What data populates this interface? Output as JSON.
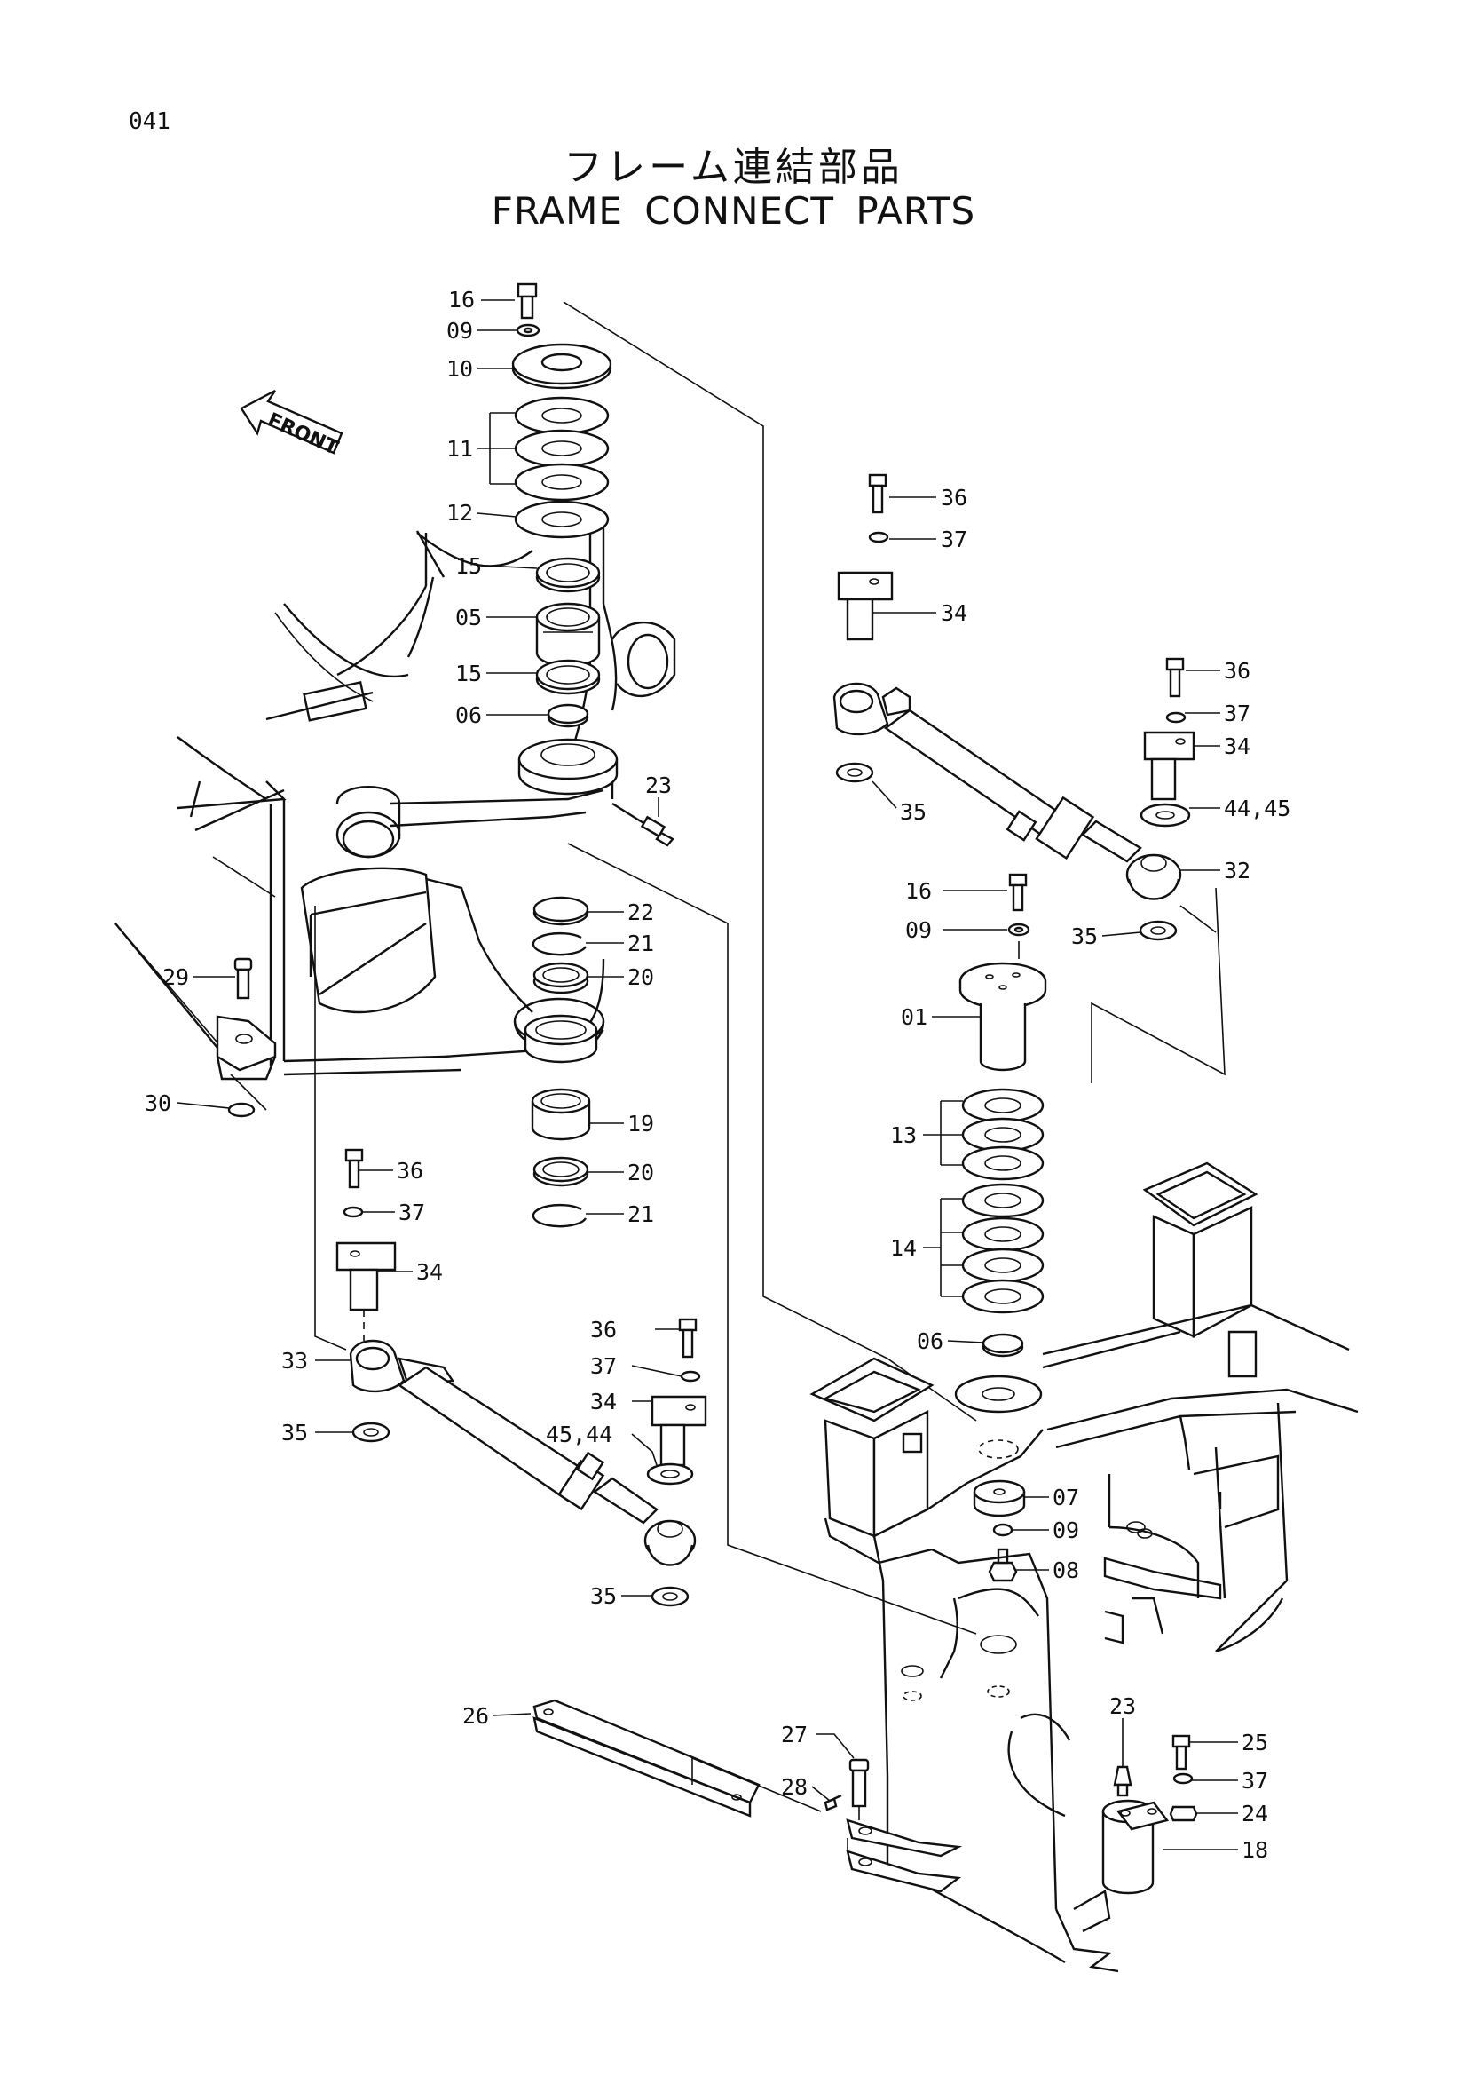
{
  "page": {
    "number": "041",
    "title_jp": "フレーム連結部品",
    "title_en": "FRAME CONNECT PARTS",
    "front_label": "FRONT"
  },
  "callouts": [
    {
      "id": "c16a",
      "text": "16"
    },
    {
      "id": "c09a",
      "text": "09"
    },
    {
      "id": "c10",
      "text": "10"
    },
    {
      "id": "c11",
      "text": "11"
    },
    {
      "id": "c12",
      "text": "12"
    },
    {
      "id": "c15a",
      "text": "15"
    },
    {
      "id": "c05",
      "text": "05"
    },
    {
      "id": "c15b",
      "text": "15"
    },
    {
      "id": "c06a",
      "text": "06"
    },
    {
      "id": "c23a",
      "text": "23"
    },
    {
      "id": "c22",
      "text": "22"
    },
    {
      "id": "c21a",
      "text": "21"
    },
    {
      "id": "c20a",
      "text": "20"
    },
    {
      "id": "c29",
      "text": "29"
    },
    {
      "id": "c30",
      "text": "30"
    },
    {
      "id": "c19",
      "text": "19"
    },
    {
      "id": "c20b",
      "text": "20"
    },
    {
      "id": "c21b",
      "text": "21"
    },
    {
      "id": "c36a",
      "text": "36"
    },
    {
      "id": "c37a",
      "text": "37"
    },
    {
      "id": "c34a",
      "text": "34"
    },
    {
      "id": "c36b",
      "text": "36"
    },
    {
      "id": "c37b",
      "text": "37"
    },
    {
      "id": "c34b",
      "text": "34"
    },
    {
      "id": "c4445a",
      "text": "44,45"
    },
    {
      "id": "c35a",
      "text": "35"
    },
    {
      "id": "c32",
      "text": "32"
    },
    {
      "id": "c35b",
      "text": "35"
    },
    {
      "id": "c16b",
      "text": "16"
    },
    {
      "id": "c09b",
      "text": "09"
    },
    {
      "id": "c01",
      "text": "01"
    },
    {
      "id": "c13",
      "text": "13"
    },
    {
      "id": "c14",
      "text": "14"
    },
    {
      "id": "c06b",
      "text": "06"
    },
    {
      "id": "c07",
      "text": "07"
    },
    {
      "id": "c09c",
      "text": "09"
    },
    {
      "id": "c08",
      "text": "08"
    },
    {
      "id": "c36c",
      "text": "36"
    },
    {
      "id": "c37c",
      "text": "37"
    },
    {
      "id": "c34c",
      "text": "34"
    },
    {
      "id": "c33",
      "text": "33"
    },
    {
      "id": "c35c",
      "text": "35"
    },
    {
      "id": "c36d",
      "text": "36"
    },
    {
      "id": "c37d",
      "text": "37"
    },
    {
      "id": "c34d",
      "text": "34"
    },
    {
      "id": "c4544",
      "text": "45,44"
    },
    {
      "id": "c35d",
      "text": "35"
    },
    {
      "id": "c26",
      "text": "26"
    },
    {
      "id": "c27",
      "text": "27"
    },
    {
      "id": "c28",
      "text": "28"
    },
    {
      "id": "c23b",
      "text": "23"
    },
    {
      "id": "c25",
      "text": "25"
    },
    {
      "id": "c37e",
      "text": "37"
    },
    {
      "id": "c24",
      "text": "24"
    },
    {
      "id": "c18",
      "text": "18"
    }
  ]
}
